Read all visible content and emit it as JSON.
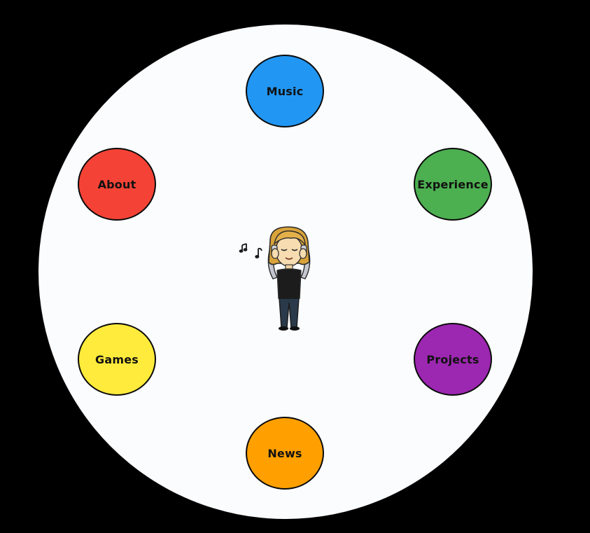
{
  "nav": {
    "music": {
      "label": "Music",
      "color": "#2196f3"
    },
    "about": {
      "label": "About",
      "color": "#f44336"
    },
    "experience": {
      "label": "Experience",
      "color": "#4caf50"
    },
    "games": {
      "label": "Games",
      "color": "#ffeb3b"
    },
    "projects": {
      "label": "Projects",
      "color": "#9c27b0"
    },
    "news": {
      "label": "News",
      "color": "#ffa000"
    }
  },
  "center": {
    "avatar_icon": "avatar-with-headphones-icon",
    "notes_icon": "music-notes-icon"
  },
  "colors": {
    "page_background": "#000000",
    "wheel_background": "#fbfcfe"
  }
}
